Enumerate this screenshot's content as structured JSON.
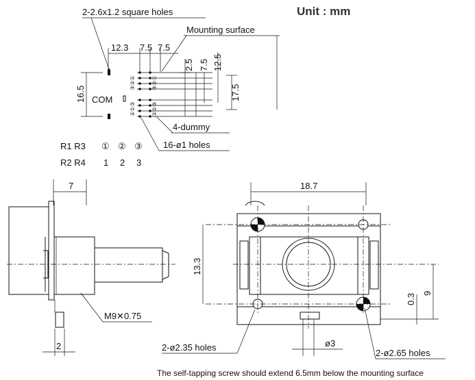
{
  "unit_label": "Unit : mm",
  "pcb_layout": {
    "square_holes": "2-2.6x1.2 square holes",
    "mounting_surface": "Mounting surface",
    "dim_12_3": "12.3",
    "dim_7_5_a": "7.5",
    "dim_7_5_b": "7.5",
    "dim_2_5": "2.5",
    "dim_7_5_v": "7.5",
    "dim_12_5": "12.5",
    "dim_16_5": "16.5",
    "dim_17_5": "17.5",
    "com": "COM",
    "dummy": "4-dummy",
    "holes_16": "16-ø1 holes",
    "pin_numbers_top": "③②①",
    "pin_numbers_bottom": "②①③",
    "pin_numbers_top2": "③②①",
    "pin_numbers_bottom2": "②①③"
  },
  "pin_table": {
    "row1_label": "R1 R3",
    "row1_values": [
      "①",
      "②",
      "③"
    ],
    "row2_label": "R2 R4",
    "row2_values": [
      "1",
      "2",
      "3"
    ]
  },
  "side_view": {
    "dim_7": "7",
    "thread": "M9✕0.75",
    "dim_2": "2"
  },
  "front_view": {
    "dim_18_7": "18.7",
    "dim_13_3": "13.3",
    "dim_0_3": "0.3",
    "dim_9": "9",
    "dim_phi3": "ø3",
    "holes_2_35": "2-ø2.35 holes",
    "holes_2_65": "2-ø2.65 holes"
  },
  "footnote": "The self-tapping screw should extend 6.5mm below the mounting surface"
}
